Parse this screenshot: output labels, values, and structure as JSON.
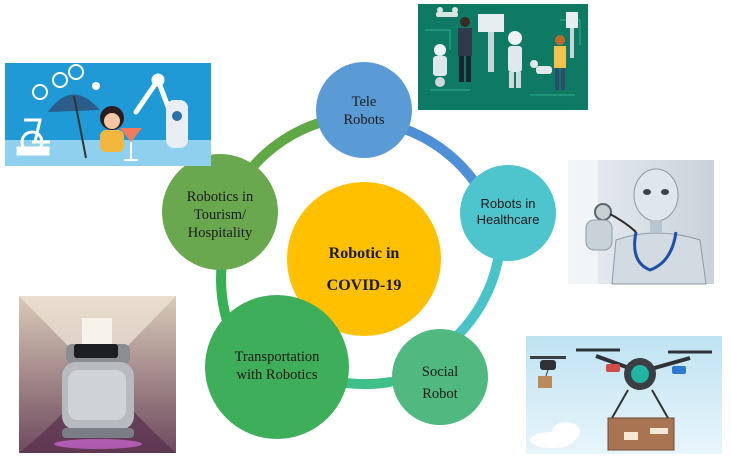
{
  "center": {
    "line1": "Robotic in",
    "line2": "COVID-19"
  },
  "nodes": [
    {
      "id": "tele",
      "line1": "Tele",
      "line2": "Robots",
      "color": "#5b9bd5"
    },
    {
      "id": "healthcare",
      "line1": "Robots in",
      "line2": "Healthcare",
      "color": "#4ec5cc"
    },
    {
      "id": "social",
      "line1": "Social",
      "line2": "Robot",
      "color": "#4fb97f"
    },
    {
      "id": "transport",
      "line1": "Transportation",
      "line2": "with Robotics",
      "color": "#3fae5a"
    },
    {
      "id": "tourism",
      "line1": "Robotics in",
      "line2": "Tourism/",
      "line3": "Hospitality",
      "color": "#6aa84f"
    }
  ],
  "center_color": "#ffc000",
  "ring_colors": [
    "#4f8fd6",
    "#49c2c8",
    "#3fbf8a",
    "#37b055",
    "#5fa845"
  ],
  "images": [
    {
      "id": "tele-image",
      "icon": "telepresence-robots-illustration"
    },
    {
      "id": "healthcare-image",
      "icon": "humanoid-robot-stethoscope"
    },
    {
      "id": "social-image",
      "icon": "delivery-drone"
    },
    {
      "id": "transport-image",
      "icon": "hotel-delivery-robot"
    },
    {
      "id": "tourism-image",
      "icon": "hospitality-robot-arm-illustration"
    }
  ]
}
